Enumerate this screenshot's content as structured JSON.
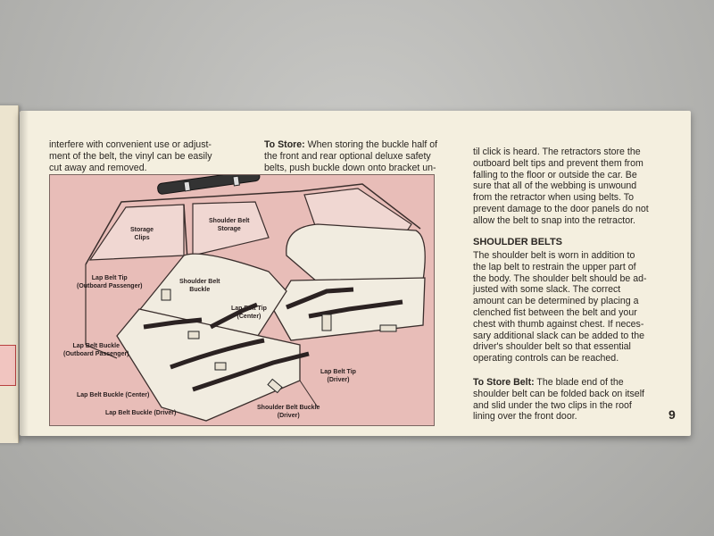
{
  "col1_top": [
    "interfere with convenient use or adjust-",
    "ment of the belt, the vinyl can be easily",
    "cut away and removed."
  ],
  "col2": {
    "heading": "To Store:",
    "first_line_rest": " When storing the buckle half of",
    "lines": [
      "the front and rear optional deluxe safety",
      "belts, push buckle down onto bracket un-"
    ]
  },
  "col3": {
    "lines": [
      "til click is heard. The retractors store the",
      "outboard belt tips and prevent them from",
      "falling to the floor or outside the car. Be",
      "sure that all of the webbing is unwound",
      "from the retractor when using belts. To",
      "prevent damage to the door panels do not",
      "allow the belt to snap into the retractor."
    ],
    "heading": "SHOULDER BELTS",
    "para_lines": [
      "The shoulder belt is worn in addition to",
      "the lap belt to restrain the upper part of",
      "the body. The shoulder belt should be ad-",
      "justed with some slack. The correct",
      "amount can be determined by placing a",
      "clenched fist between the belt and your",
      "chest with thumb against chest. If neces-",
      "sary additional slack can be added to the",
      "driver's shoulder belt so that essential",
      "operating controls can be reached."
    ],
    "store_heading": "To Store Belt:",
    "store_first_rest": " The blade end of the",
    "store_lines": [
      "shoulder belt can be folded back on itself",
      "and slid under the two clips in the roof",
      "lining over the front door."
    ]
  },
  "page_number": "9",
  "diagram_labels": {
    "storage_clips": [
      "Storage",
      "Clips"
    ],
    "shoulder_belt_storage": [
      "Shoulder Belt",
      "Storage"
    ],
    "lap_belt_tip_outboard": [
      "Lap Belt Tip",
      "(Outboard Passenger)"
    ],
    "shoulder_belt_buckle": [
      "Shoulder Belt",
      "Buckle"
    ],
    "lap_belt_tip_center": [
      "Lap Belt Tip",
      "(Center)"
    ],
    "lap_belt_buckle_outboard": [
      "Lap Belt Buckle",
      "(Outboard Passenger)"
    ],
    "lap_belt_tip_driver": [
      "Lap Belt Tip",
      "(Driver)"
    ],
    "lap_belt_buckle_center": "Lap Belt Buckle (Center)",
    "lap_belt_buckle_driver": "Lap Belt Buckle (Driver)",
    "shoulder_belt_buckle_driver": [
      "Shoulder Belt Buckle",
      "(Driver)"
    ]
  },
  "colors": {
    "page": "#f4efdf",
    "illustration_bg": "#e8bdb8",
    "text": "#2a2622",
    "seat": "#f1ece0"
  }
}
